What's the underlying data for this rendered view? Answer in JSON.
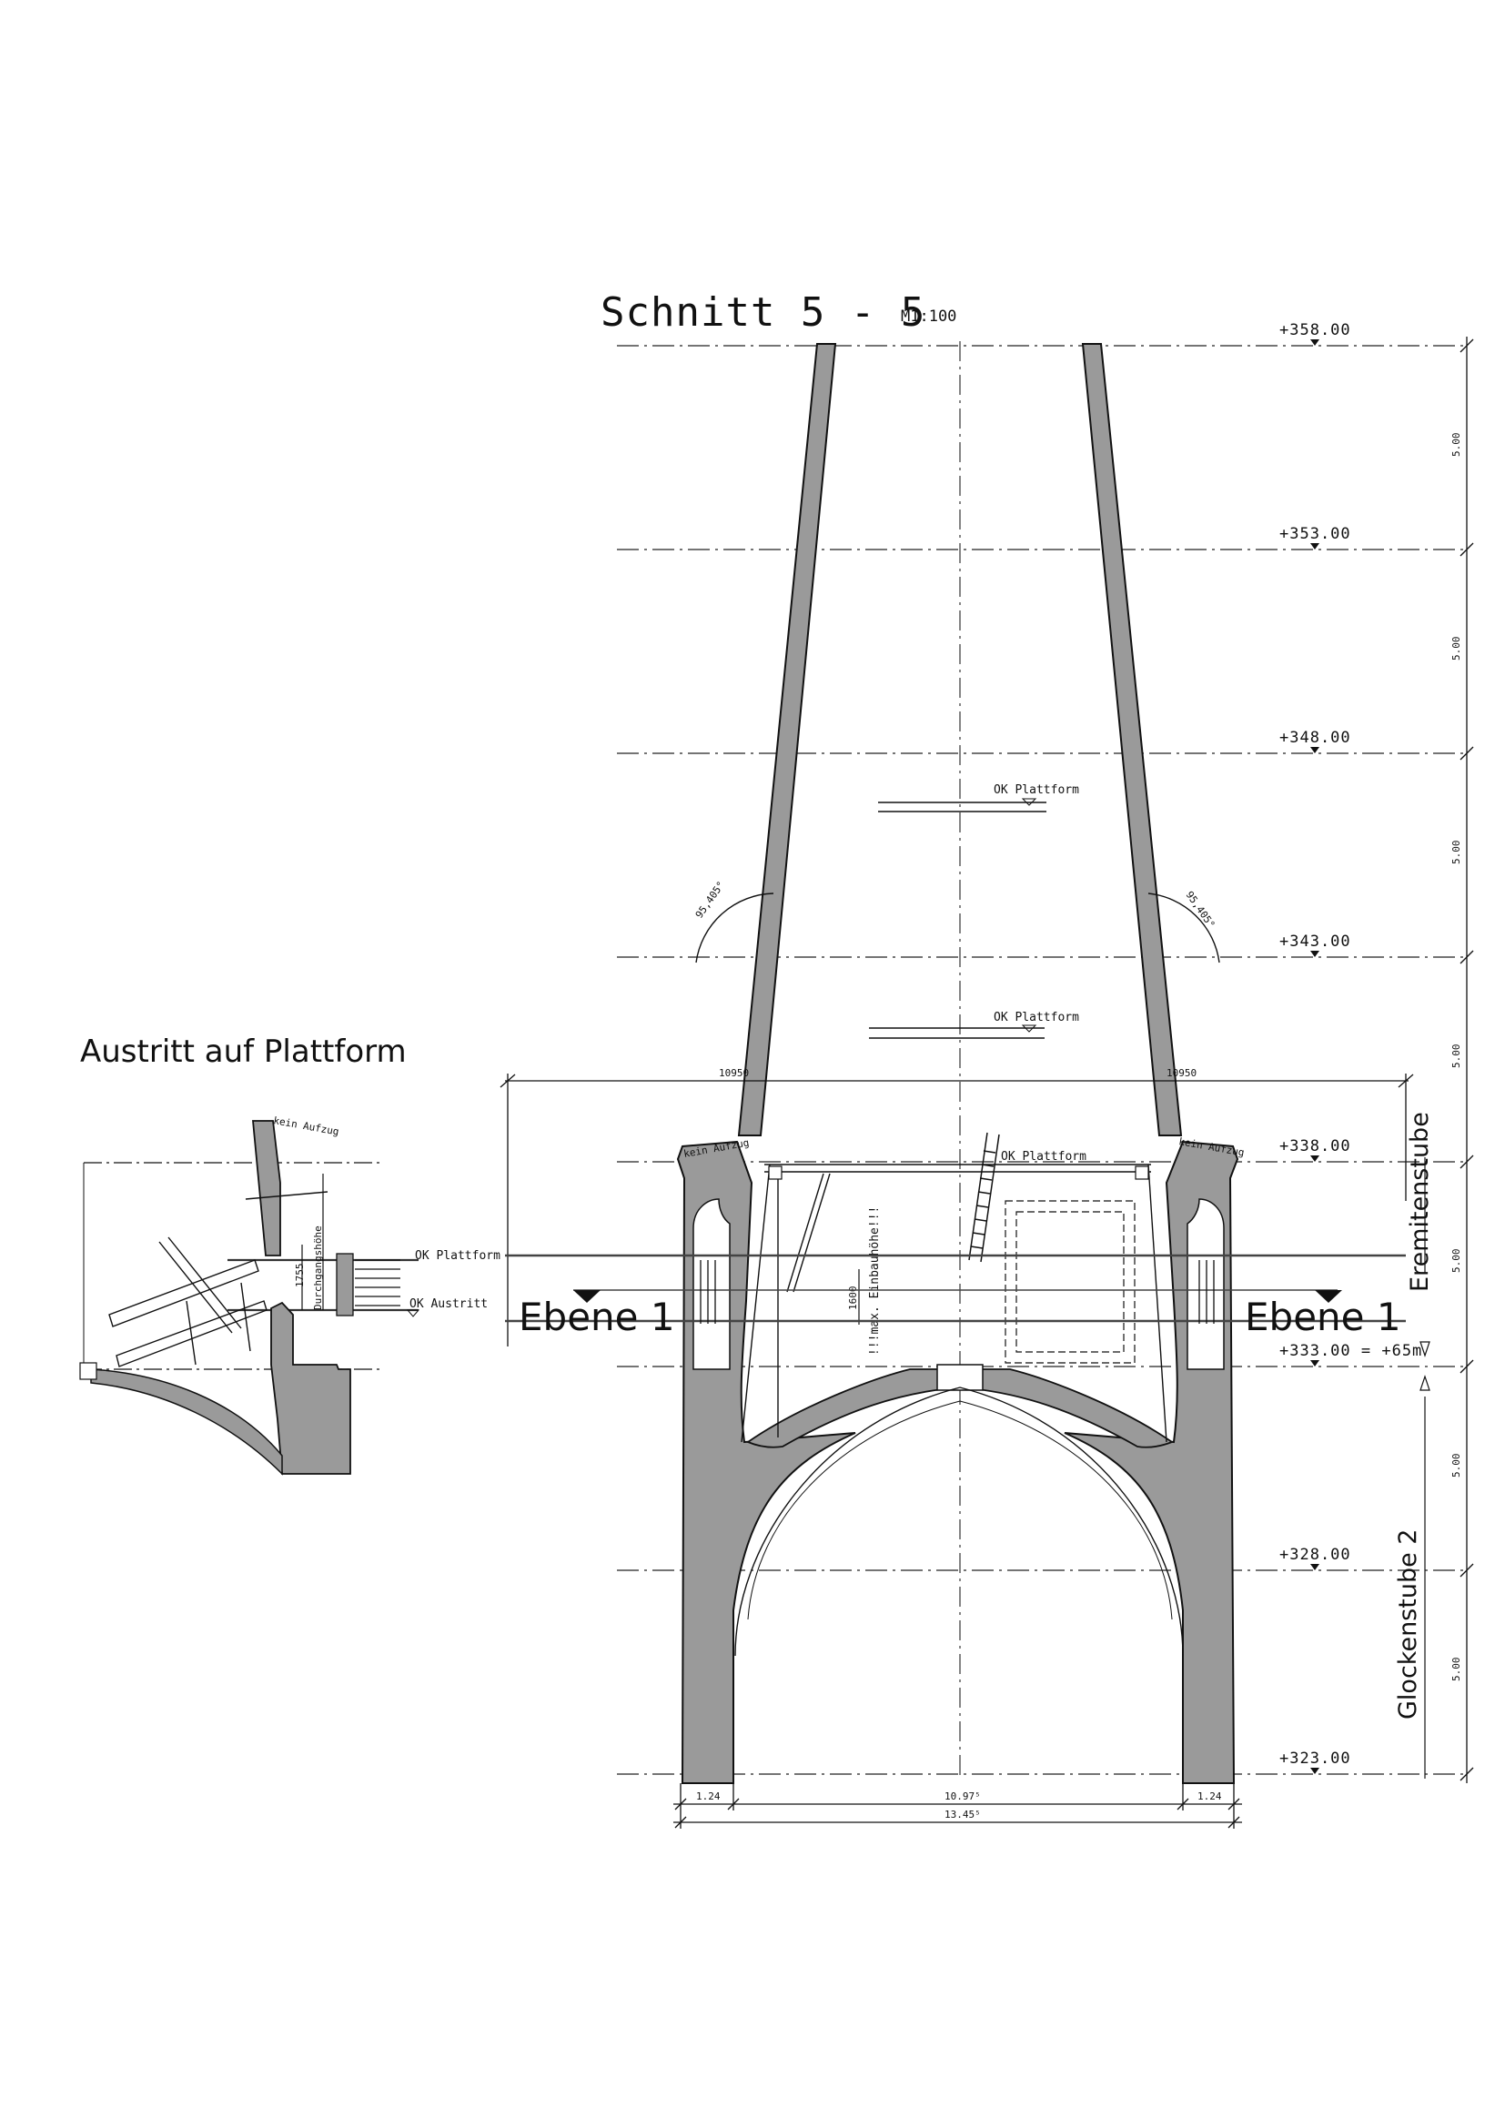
{
  "title": "Schnitt 5 - 5",
  "scale": "M1:100",
  "detail_title": "Austritt auf Plattform",
  "elevations": [
    "+358.00",
    "+353.00",
    "+348.00",
    "+343.00",
    "+338.00",
    "+333.00 = +65m",
    "+328.00",
    "+323.00"
  ],
  "segment_height": "5.00",
  "platform_label": "OK Plattform",
  "exit_label": "OK Austritt",
  "level_label": "Ebene 1",
  "rooms": [
    "Eremitenstube",
    "Glockenstube 2"
  ],
  "angle_label": "95,405°",
  "width_top": "10950",
  "no_lift_label": "kein Aufzug",
  "install_note": "!!!max. Einbauhöhe!!!",
  "install_height": "1600",
  "detail_height": "1755",
  "detail_passage": "Durchgangshöhe",
  "dim_wall": "1.24",
  "dim_inner": "10.97⁵",
  "dim_total": "13.45⁵",
  "colors": {
    "wall": "#9a9a9a",
    "line": "#111111"
  }
}
